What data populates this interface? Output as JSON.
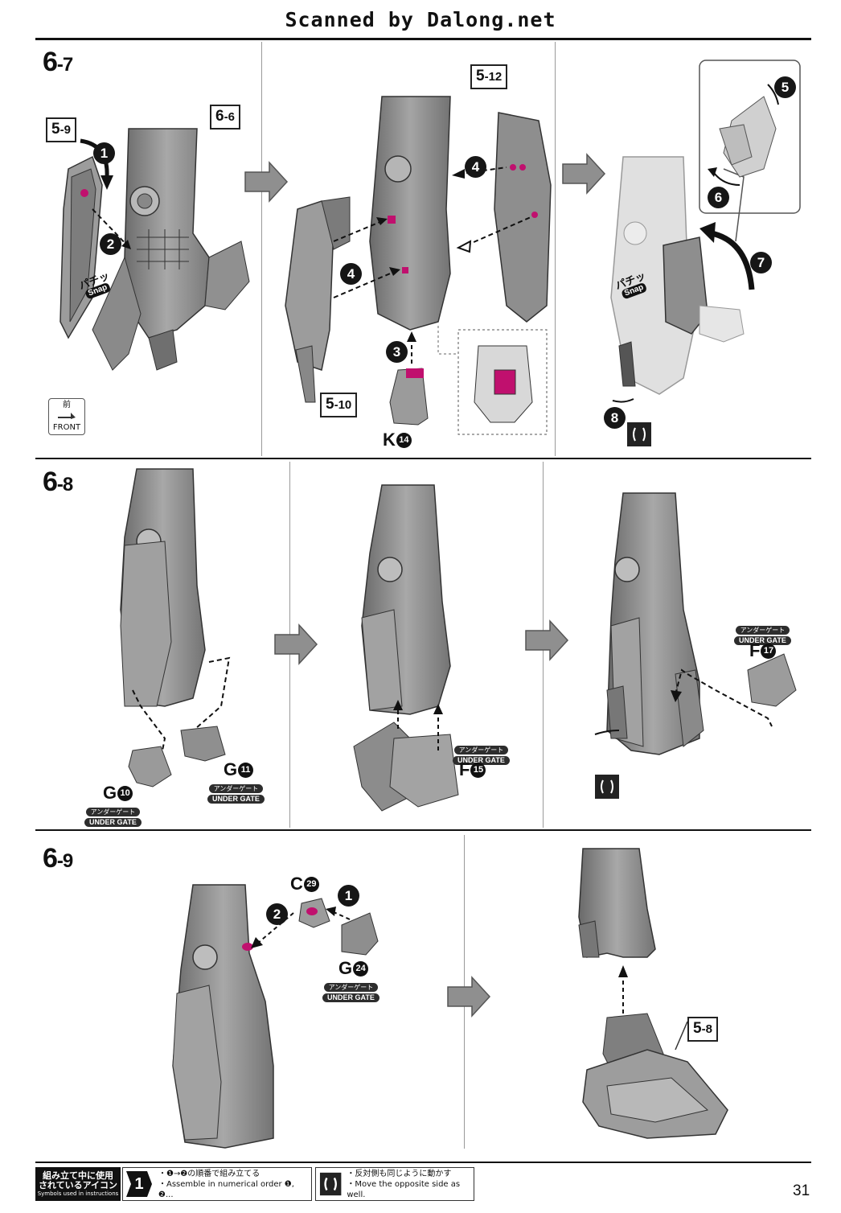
{
  "header": {
    "scan_credit": "Scanned by Dalong.net"
  },
  "steps": {
    "s67": {
      "label_main": "6",
      "label_sub": "-7"
    },
    "s68": {
      "label_main": "6",
      "label_sub": "-8"
    },
    "s69": {
      "label_main": "6",
      "label_sub": "-9"
    }
  },
  "refs": {
    "r59": {
      "main": "5",
      "sub": "-9"
    },
    "r66": {
      "main": "6",
      "sub": "-6"
    },
    "r510": {
      "main": "5",
      "sub": "-10"
    },
    "r512": {
      "main": "5",
      "sub": "-12"
    },
    "r58": {
      "main": "5",
      "sub": "-8"
    }
  },
  "numbers": [
    "1",
    "2",
    "3",
    "4",
    "5",
    "6",
    "7",
    "8"
  ],
  "parts": {
    "k14": {
      "letter": "K",
      "num": "14"
    },
    "g10": {
      "letter": "G",
      "num": "10"
    },
    "g11": {
      "letter": "G",
      "num": "11"
    },
    "f15": {
      "letter": "F",
      "num": "15"
    },
    "f17": {
      "letter": "F",
      "num": "17"
    },
    "c29": {
      "letter": "C",
      "num": "29"
    },
    "g24": {
      "letter": "G",
      "num": "24"
    }
  },
  "under_gate": {
    "jp": "アンダーゲート",
    "en": "UNDER GATE"
  },
  "snap": {
    "jp": "パチッ",
    "en": "Snap"
  },
  "front": {
    "jp": "前",
    "en": "FRONT"
  },
  "footer": {
    "symbols_jp_1": "組み立て中に使用",
    "symbols_jp_2": "されているアイコン",
    "symbols_en": "Symbols used in instructions",
    "order_icon": "1",
    "order_jp": "・❶→❷の順番で組み立てる",
    "order_en": "・Assemble in numerical order ❶, ❷...",
    "opposite_jp": "・反対側も同じように動かす",
    "opposite_en": "・Move the opposite side as well."
  },
  "page_number": "31",
  "colors": {
    "part_gray": "#9b9b9b",
    "part_dark": "#4a4a4a",
    "accent_magenta": "#c0106e",
    "ink": "#111111"
  }
}
